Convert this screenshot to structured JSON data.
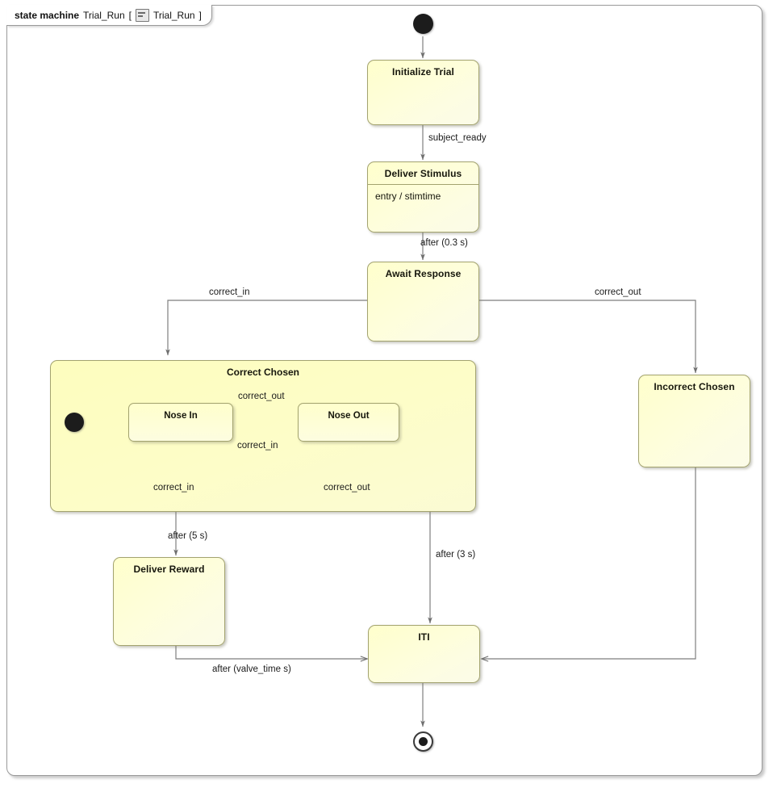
{
  "diagram": {
    "header": {
      "keyword": "state machine",
      "name": "Trial_Run",
      "bracket_open": "[",
      "icon": "state-machine-diagram-icon",
      "qualified_name": "Trial_Run",
      "bracket_close": "]"
    },
    "colors": {
      "state_fill": "#FFFFCC",
      "state_border": "#A3A36F",
      "composite_fill": "#FDFDC0",
      "frame_border": "#9A9A9A",
      "connector": "#7E7E7E",
      "node_fill": "#1C1C1C",
      "canvas": "#FFFFFF"
    },
    "states": [
      {
        "id": "initialize_trial",
        "name": "Initialize Trial"
      },
      {
        "id": "deliver_stimulus",
        "name": "Deliver Stimulus",
        "compartment": "entry / stimtime"
      },
      {
        "id": "await_response",
        "name": "Await Response"
      },
      {
        "id": "correct_chosen",
        "name": "Correct Chosen",
        "kind": "composite"
      },
      {
        "id": "nose_in",
        "name": "Nose In",
        "kind": "substate"
      },
      {
        "id": "nose_out",
        "name": "Nose Out",
        "kind": "substate"
      },
      {
        "id": "incorrect_chosen",
        "name": "Incorrect Chosen"
      },
      {
        "id": "deliver_reward",
        "name": "Deliver Reward"
      },
      {
        "id": "iti",
        "name": "ITI"
      }
    ],
    "pseudostates": [
      {
        "id": "initial_top",
        "kind": "initial"
      },
      {
        "id": "initial_region",
        "kind": "initial"
      },
      {
        "id": "final",
        "kind": "final"
      }
    ],
    "transitions": [
      {
        "id": "t1",
        "from": "initial_top",
        "to": "initialize_trial",
        "label": ""
      },
      {
        "id": "t2",
        "from": "initialize_trial",
        "to": "deliver_stimulus",
        "label": "subject_ready"
      },
      {
        "id": "t3",
        "from": "deliver_stimulus",
        "to": "await_response",
        "label": "after (0.3 s)"
      },
      {
        "id": "t4",
        "from": "await_response",
        "to": "correct_chosen",
        "label": "correct_in"
      },
      {
        "id": "t5",
        "from": "await_response",
        "to": "incorrect_chosen",
        "label": "correct_out"
      },
      {
        "id": "t6",
        "from": "initial_region",
        "to": "nose_in",
        "label": ""
      },
      {
        "id": "t7",
        "from": "nose_in",
        "to": "nose_out",
        "label": "correct_out"
      },
      {
        "id": "t8",
        "from": "nose_out",
        "to": "nose_in",
        "label": "correct_in"
      },
      {
        "id": "t9",
        "from": "nose_in",
        "to": "nose_in",
        "label": "correct_in"
      },
      {
        "id": "t10",
        "from": "nose_out",
        "to": "nose_out",
        "label": "correct_out"
      },
      {
        "id": "t11",
        "from": "correct_chosen",
        "to": "deliver_reward",
        "label": "after (5 s)"
      },
      {
        "id": "t12",
        "from": "nose_out",
        "to": "iti",
        "label": "after (3 s)"
      },
      {
        "id": "t13",
        "from": "deliver_reward",
        "to": "iti",
        "label": "after (valve_time s)"
      },
      {
        "id": "t14",
        "from": "incorrect_chosen",
        "to": "iti",
        "label": ""
      },
      {
        "id": "t15",
        "from": "iti",
        "to": "final",
        "label": ""
      }
    ]
  }
}
